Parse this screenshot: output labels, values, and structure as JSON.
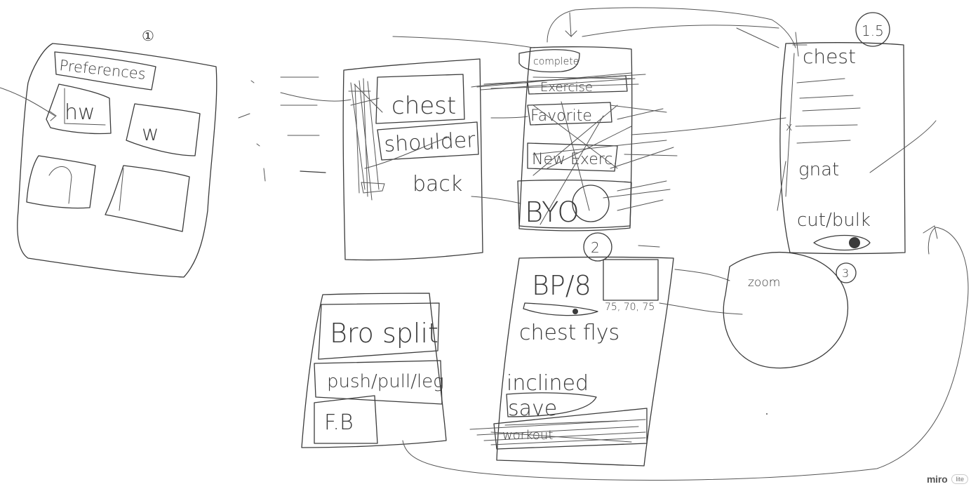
{
  "board": {
    "frame_1": {
      "number": "①",
      "title": "Preferences",
      "tiles": [
        "hw",
        "w",
        "",
        ""
      ]
    },
    "frame_list": {
      "items": [
        "chest",
        "shoulder",
        "back"
      ]
    },
    "frame_exercises": {
      "top_label": "complete",
      "items": [
        "Exercise",
        "Favorite",
        "New Exerc.",
        "BYO"
      ]
    },
    "frame_1_5": {
      "number": "1.5",
      "title": "chest",
      "cursor_mark": "x",
      "text_1": "gnat",
      "text_2": "cut/bulk"
    },
    "frame_2": {
      "number": "2",
      "line_1": "BP/8",
      "numbers": "75, 70, 75",
      "line_2": "chest flys",
      "line_3": "inclined",
      "save": "save",
      "scribbled": "workout"
    },
    "frame_splits": {
      "items": [
        "Bro split",
        "push/pull/leg",
        "F.B"
      ]
    },
    "zoom": {
      "number": "3",
      "label": "zoom"
    }
  },
  "watermark": {
    "brand": "miro",
    "tier": "lite"
  }
}
